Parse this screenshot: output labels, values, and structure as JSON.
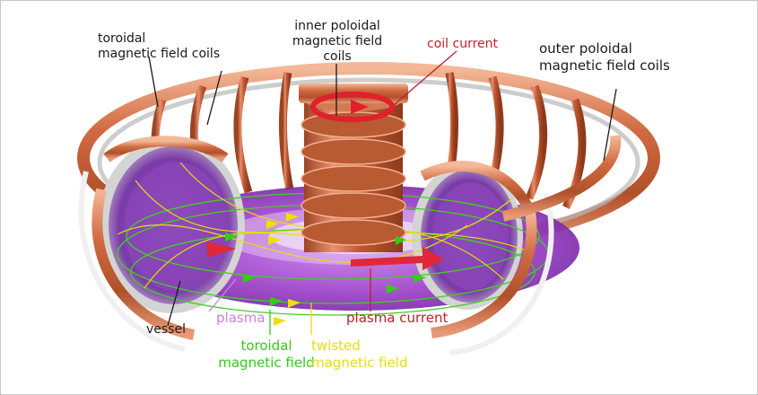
{
  "labels": {
    "toroidal_coils": "toroidal\nmagnetic field coils",
    "inner_poloidal": "inner poloidal\nmagnetic field coils",
    "coil_current": "coil current",
    "outer_poloidal": "outer poloidal\nmagnetic field coils",
    "vessel": "vessel",
    "plasma": "plasma",
    "plasma_current": "plasma current",
    "toroidal_field": "toroidal\nmagnetic field",
    "twisted_field": "twisted\nmagnetic field"
  },
  "colors": {
    "copper": "#c8643c",
    "copper_light": "#f0b090",
    "copper_dark": "#8c3a1c",
    "silver": "#d8d8d8",
    "plasma": "#9a3cc8",
    "plasma_light": "#c07ae0",
    "label_dark": "#1a1a1a",
    "label_red": "#c0202a",
    "label_violet": "#c884d8",
    "label_green": "#36c81e",
    "label_yellow": "#e8dc10",
    "arrow_red": "#e0202a",
    "arrow_green": "#30d010",
    "arrow_yellow": "#f0e000"
  }
}
